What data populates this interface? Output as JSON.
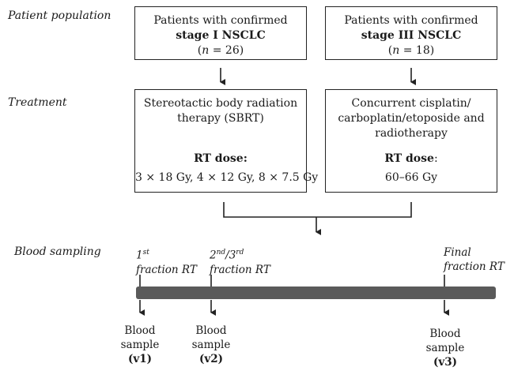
{
  "sections": {
    "patient_population": "Patient population",
    "treatment": "Treatment",
    "blood_sampling": "Blood sampling"
  },
  "patients": {
    "left": {
      "line1": "Patients with confirmed",
      "line2": "stage I NSCLC",
      "n_prefix": "(",
      "n_var": "n",
      "n_value": " = 26)"
    },
    "right": {
      "line1": "Patients with confirmed",
      "line2": "stage III NSCLC",
      "n_prefix": "(",
      "n_var": "n",
      "n_value": " = 18)"
    }
  },
  "treatment": {
    "left": {
      "line1": "Stereotactic body radiation",
      "line2": "therapy (SBRT)",
      "dose_label": "RT dose:",
      "dose_value": "3 × 18 Gy, 4 × 12 Gy, 8 × 7.5 Gy"
    },
    "right": {
      "line1": "Concurrent cisplatin/",
      "line2": "carboplatin/etoposide and",
      "line3": "radiotherapy",
      "dose_label": "RT dose",
      "dose_colon": ":",
      "dose_value": "60–66 Gy"
    }
  },
  "timeline": {
    "first": {
      "num": "1",
      "sup": "st",
      "rest": "fraction RT"
    },
    "second": {
      "num1": "2",
      "sup1": "nd",
      "slash": "/3",
      "sup2": "rd",
      "rest": "fraction RT"
    },
    "final": {
      "line1": "Final",
      "line2": "fraction RT"
    }
  },
  "samples": [
    {
      "line1": "Blood",
      "line2": "sample",
      "id": "(v1)"
    },
    {
      "line1": "Blood",
      "line2": "sample",
      "id": "(v2)"
    },
    {
      "line1": "Blood",
      "line2": "sample",
      "id": "(v3)"
    }
  ],
  "colors": {
    "timeline_bar": "#5a5a5a",
    "stroke": "#222222"
  }
}
